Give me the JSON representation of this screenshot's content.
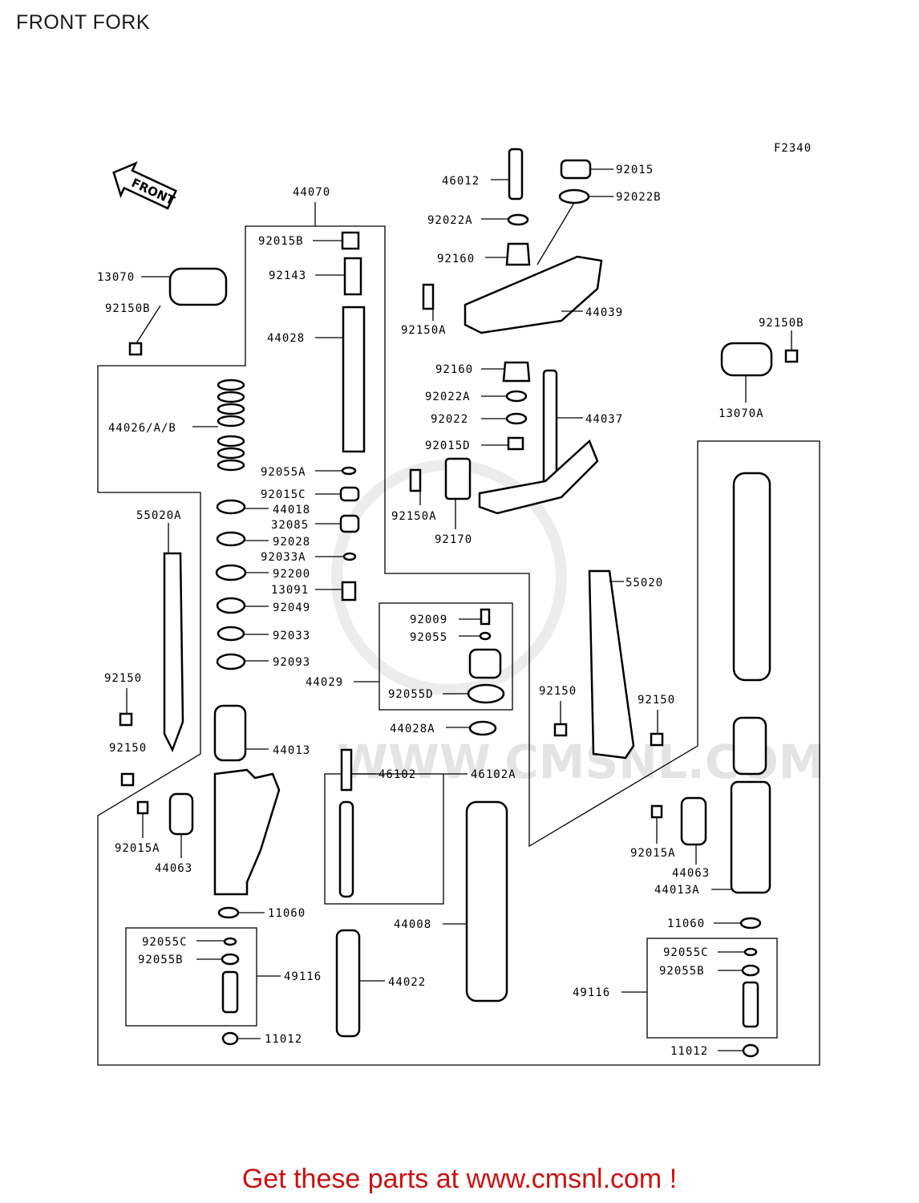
{
  "title": "FRONT FORK",
  "figure_code": "F2340",
  "front_arrow_label": "FRONT",
  "watermark": "WWW.CMSNL.COM",
  "footer_text": "Get these parts at www.cmsnl.com !",
  "labels": {
    "l44070": "44070",
    "l92015B": "92015B",
    "l92143": "92143",
    "l44028": "44028",
    "l13070": "13070",
    "l92150B_left": "92150B",
    "l44026": "44026/A/B",
    "l92055A": "92055A",
    "l92015C": "92015C",
    "l44018": "44018",
    "l32085": "32085",
    "l92028": "92028",
    "l92033A": "92033A",
    "l92200": "92200",
    "l13091": "13091",
    "l92049": "92049",
    "l92033": "92033",
    "l92093": "92093",
    "l55020A": "55020A",
    "l92150_a": "92150",
    "l92150_b": "92150",
    "l44013": "44013",
    "l92015A_left": "92015A",
    "l44063_left": "44063",
    "l11060_left": "11060",
    "l92055C_left": "92055C",
    "l92055B_left": "92055B",
    "l49116_left": "49116",
    "l11012_left": "11012",
    "l46012": "46012",
    "l92015": "92015",
    "l92022B": "92022B",
    "l92022A_top": "92022A",
    "l92160_top": "92160",
    "l92150A_top": "92150A",
    "l44039": "44039",
    "l92160": "92160",
    "l92022A": "92022A",
    "l92022": "92022",
    "l44037": "44037",
    "l92015D": "92015D",
    "l92150A": "92150A",
    "l92170": "92170",
    "l92150B_right": "92150B",
    "l13070A": "13070A",
    "l92009": "92009",
    "l92055": "92055",
    "l44029": "44029",
    "l92055D": "92055D",
    "l44028A": "44028A",
    "l46102": "46102",
    "l46102A": "46102A",
    "l44008": "44008",
    "l44022": "44022",
    "l55020": "55020",
    "l92150_c": "92150",
    "l92150_d": "92150",
    "l92015A_right": "92015A",
    "l44063_right": "44063",
    "l44013A": "44013A",
    "l11060_right": "11060",
    "l92055C_right": "92055C",
    "l92055B_right": "92055B",
    "l49116_right": "49116",
    "l11012_right": "11012"
  }
}
